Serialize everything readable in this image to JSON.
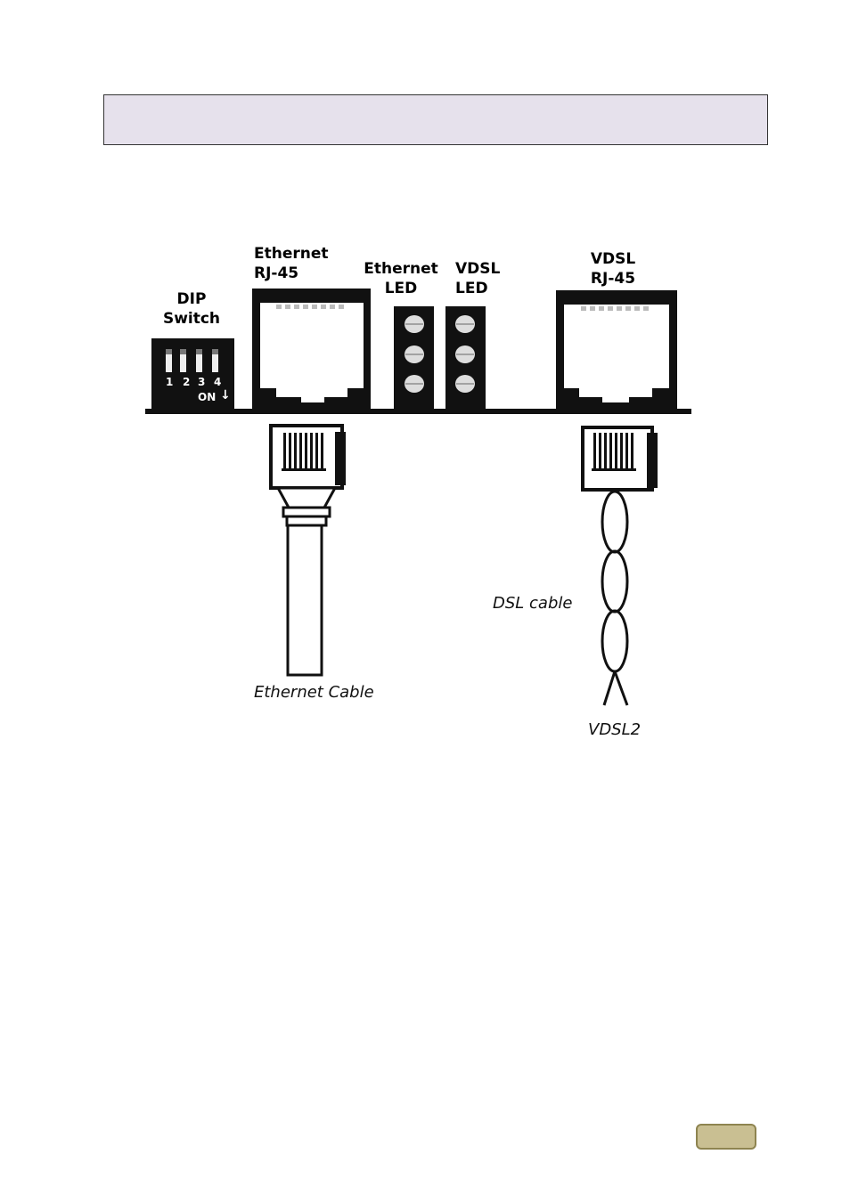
{
  "header": {
    "title": ""
  },
  "diagram": {
    "labels": {
      "dip_switch": [
        "DIP",
        "Switch"
      ],
      "ethernet_rj45": [
        "Ethernet",
        "RJ-45"
      ],
      "ethernet_led": [
        "Ethernet",
        "LED"
      ],
      "vdsl_led": [
        "VDSL",
        "LED"
      ],
      "vdsl_rj45": [
        "VDSL",
        "RJ-45"
      ],
      "dip_numbers": [
        "1",
        "2",
        "3",
        "4"
      ],
      "dip_on": "ON",
      "ethernet_cable": "Ethernet Cable",
      "dsl_cable": "DSL cable",
      "vdsl2": "VDSL2"
    }
  },
  "footer": {
    "page_number": ""
  }
}
